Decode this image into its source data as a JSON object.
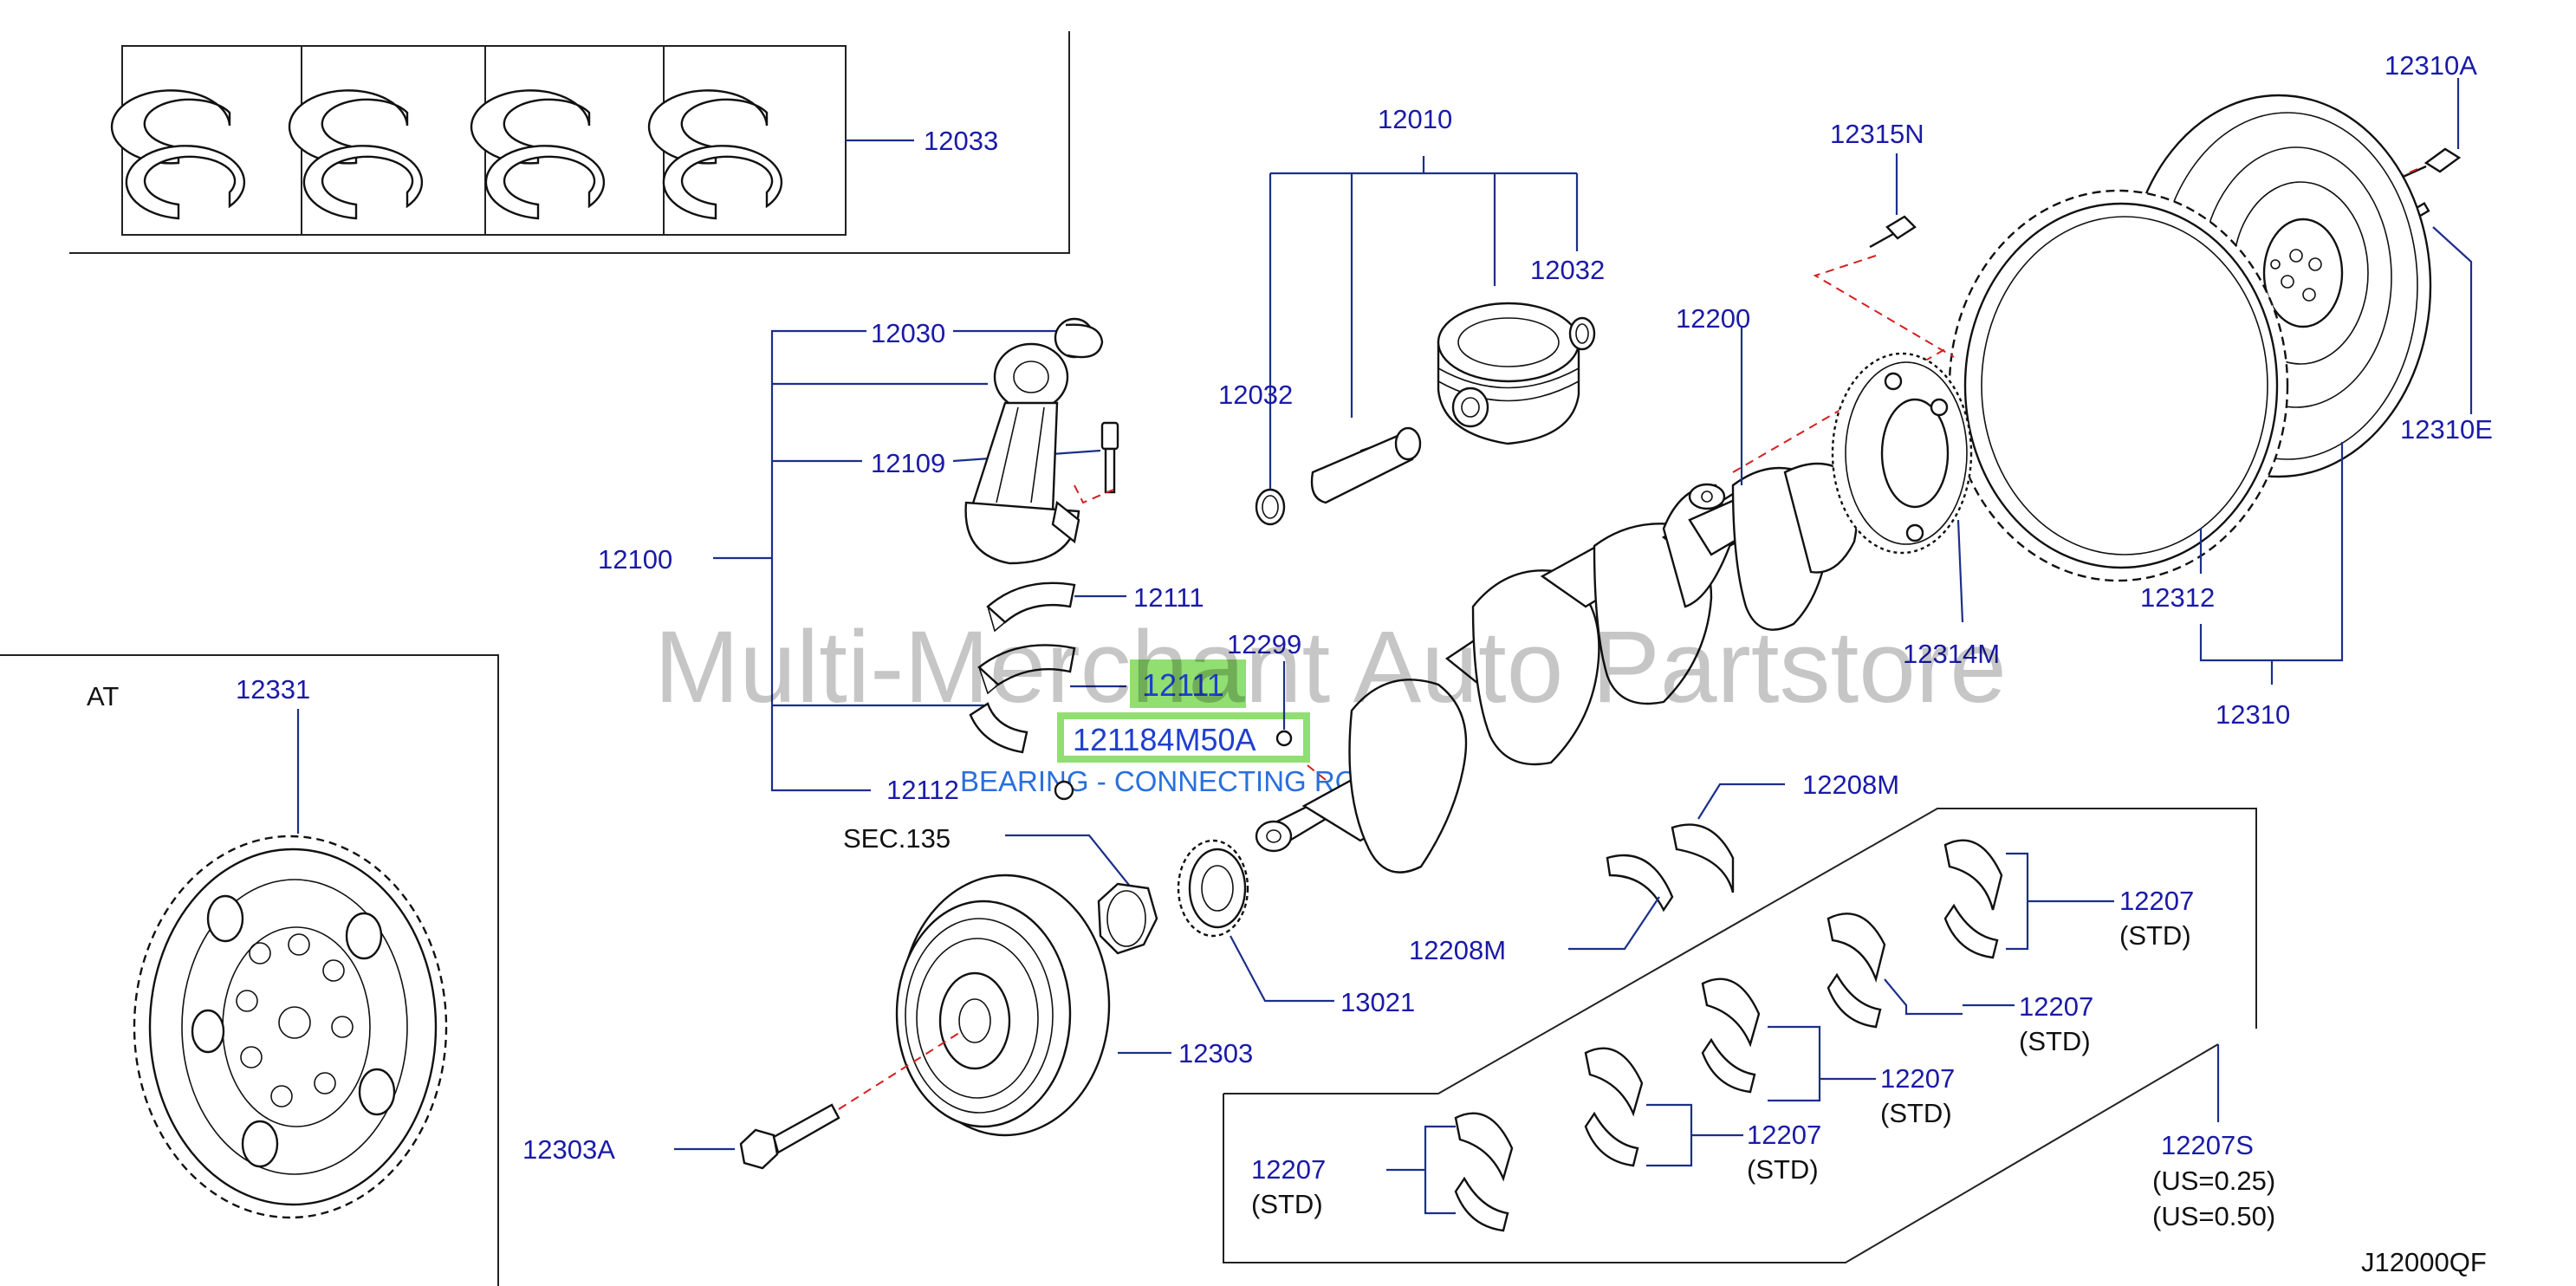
{
  "watermark": "Multi-Merchant Auto Partstore",
  "diagram_code": "J12000QF",
  "inset_at_label": "AT",
  "section_ref": "SEC.135",
  "highlight": {
    "part_number": "12111",
    "part_code": "121184M50A",
    "description": "BEARING - CONNECTING ROD"
  },
  "callouts": {
    "c12033": "12033",
    "c12010": "12010",
    "c12032a": "12032",
    "c12032b": "12032",
    "c12030": "12030",
    "c12109": "12109",
    "c12100": "12100",
    "c12111a": "12111",
    "c12299": "12299",
    "c12112": "12112",
    "c12200": "12200",
    "c12315N": "12315N",
    "c12310A": "12310A",
    "c12310E": "12310E",
    "c12312": "12312",
    "c12310": "12310",
    "c12314M": "12314M",
    "c12331": "12331",
    "c12208Ma": "12208M",
    "c12208Mb": "12208M",
    "c13021": "13021",
    "c12303": "12303",
    "c12303A": "12303A",
    "c12207a": "12207",
    "c12207b": "12207",
    "c12207c": "12207",
    "c12207d": "12207",
    "c12207e": "12207",
    "c12207S": "12207S"
  },
  "notes": {
    "std": "(STD)",
    "us025": "(US=0.25)",
    "us050": "(US=0.50)"
  }
}
